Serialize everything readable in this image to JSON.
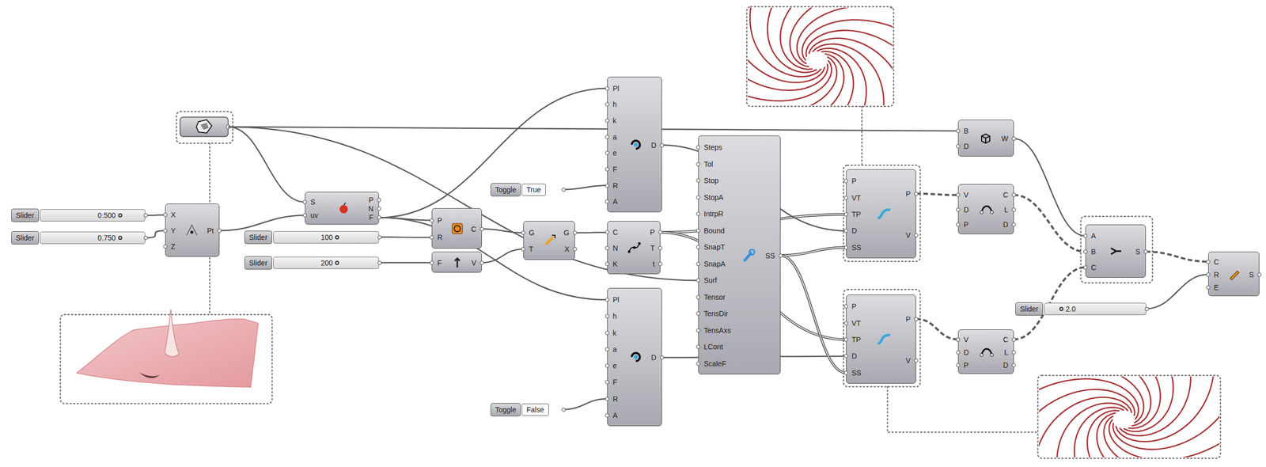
{
  "diagram": {
    "nodes": [
      {
        "text": [
          "Slider",
          "0.500"
        ]
      },
      {
        "text": [
          "Slider",
          "0.750"
        ]
      },
      {
        "text": [
          "X",
          "Y",
          "Z",
          "Pt"
        ]
      },
      {
        "text": [
          "S",
          "uv",
          "P",
          "N",
          "F"
        ]
      },
      {
        "text": [
          "Slider",
          "100"
        ]
      },
      {
        "text": [
          "Slider",
          "200"
        ]
      },
      {
        "text": [
          "P",
          "R",
          "C"
        ]
      },
      {
        "text": [
          "F",
          "V"
        ]
      },
      {
        "text": [
          "Toggle",
          "True"
        ]
      },
      {
        "text": [
          "G",
          "T",
          "G",
          "X"
        ]
      },
      {
        "text": [
          "Pl",
          "h",
          "k",
          "a",
          "e",
          "F",
          "R",
          "A",
          "D"
        ]
      },
      {
        "text": [
          "C",
          "N",
          "K",
          "P",
          "T",
          "t"
        ]
      },
      {
        "text": [
          "Pl",
          "h",
          "k",
          "a",
          "e",
          "F",
          "R",
          "A",
          "D"
        ]
      },
      {
        "text": [
          "Toggle",
          "False"
        ]
      },
      {
        "text": [
          "Steps",
          "Tol",
          "Stop",
          "StopA",
          "IntrpR",
          "Bound",
          "SnapT",
          "SnapA",
          "Surf",
          "Tensor",
          "TensDir",
          "TensAxs",
          "LCont",
          "ScaleF",
          "SS"
        ]
      },
      {
        "text": [
          "B",
          "D",
          "W"
        ]
      },
      {
        "text": [
          "P",
          "VT",
          "TP",
          "D",
          "SS",
          "P",
          "V"
        ]
      },
      {
        "text": [
          "V",
          "D",
          "P",
          "C",
          "L",
          "D"
        ]
      },
      {
        "text": [
          "P",
          "VT",
          "TP",
          "D",
          "SS",
          "P",
          "V"
        ]
      },
      {
        "text": [
          "V",
          "D",
          "P",
          "C",
          "L",
          "D"
        ]
      },
      {
        "text": [
          "A",
          "B",
          "C",
          "S"
        ]
      },
      {
        "text": [
          "Slider",
          "2.0"
        ]
      },
      {
        "text": [
          "C",
          "R",
          "E",
          "S"
        ]
      }
    ],
    "edges": [
      {
        "from": 0,
        "to": 2,
        "arrow": "none"
      },
      {
        "from": 1,
        "to": 2,
        "arrow": "none"
      },
      {
        "from": 2,
        "to": 3,
        "arrow": "none"
      },
      {
        "from": 3,
        "to": 6,
        "arrow": "none"
      },
      {
        "from": 3,
        "to": 10,
        "arrow": "none"
      },
      {
        "from": 3,
        "to": 12,
        "arrow": "none"
      },
      {
        "from": 4,
        "to": 6,
        "arrow": "none"
      },
      {
        "from": 5,
        "to": 7,
        "arrow": "none"
      },
      {
        "from": 6,
        "to": 9,
        "arrow": "none"
      },
      {
        "from": 7,
        "to": 9,
        "arrow": "none"
      },
      {
        "from": 9,
        "to": 11,
        "arrow": "none"
      },
      {
        "from": 8,
        "to": 10,
        "arrow": "none"
      },
      {
        "from": 13,
        "to": 12,
        "arrow": "none"
      },
      {
        "from": 11,
        "to": 16,
        "arrow": "none"
      },
      {
        "from": 11,
        "to": 18,
        "arrow": "none"
      },
      {
        "from": 10,
        "to": 16,
        "arrow": "none"
      },
      {
        "from": 12,
        "to": 18,
        "arrow": "none"
      },
      {
        "from": 14,
        "to": 16,
        "arrow": "none"
      },
      {
        "from": 14,
        "to": 18,
        "arrow": "none"
      },
      {
        "from": 16,
        "to": 17,
        "arrow": "none"
      },
      {
        "from": 18,
        "to": 19,
        "arrow": "none"
      },
      {
        "from": 15,
        "to": 20,
        "arrow": "none"
      },
      {
        "from": 17,
        "to": 20,
        "arrow": "none"
      },
      {
        "from": 19,
        "to": 20,
        "arrow": "none"
      },
      {
        "from": 20,
        "to": 22,
        "arrow": "none"
      },
      {
        "from": 21,
        "to": 22,
        "arrow": "none"
      }
    ]
  }
}
